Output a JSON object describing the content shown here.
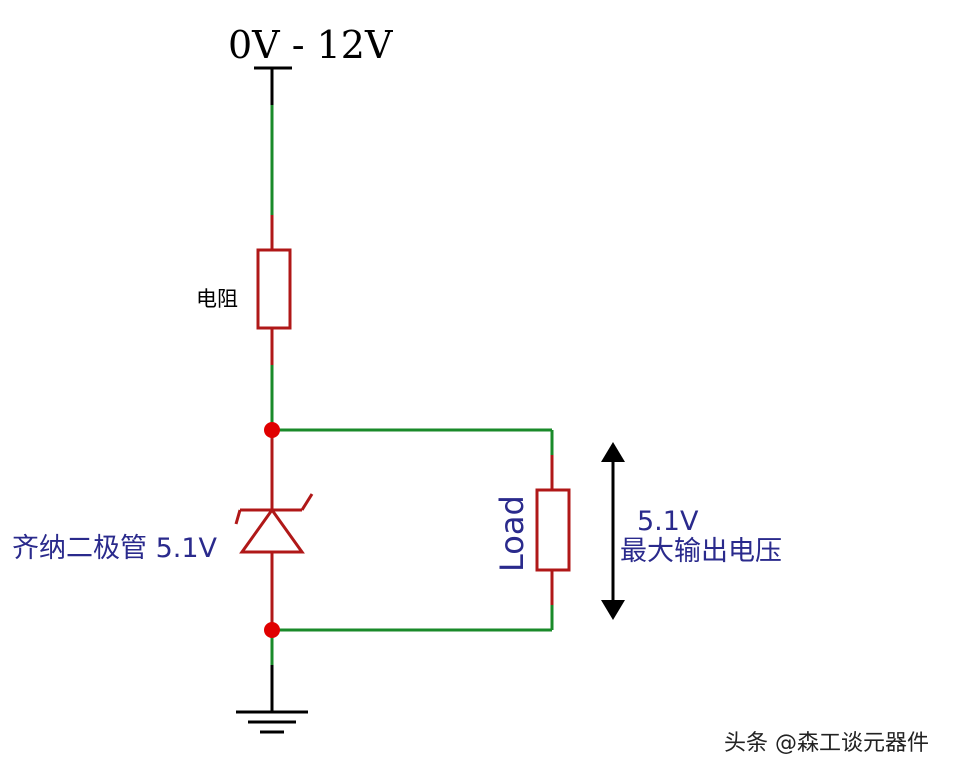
{
  "supply_label": "0V - 12V",
  "resistor_label": "电阻",
  "zener_label": "齐纳二极管 5.1V",
  "load_label": "Load",
  "output_voltage": "5.1V",
  "output_caption": "最大输出电压",
  "watermark": "头条 @森工谈元器件",
  "colors": {
    "wire": "#1a8a2a",
    "component": "#b01818",
    "node": "#e00000",
    "label_blue": "#2a2a8c",
    "text": "#000000"
  }
}
